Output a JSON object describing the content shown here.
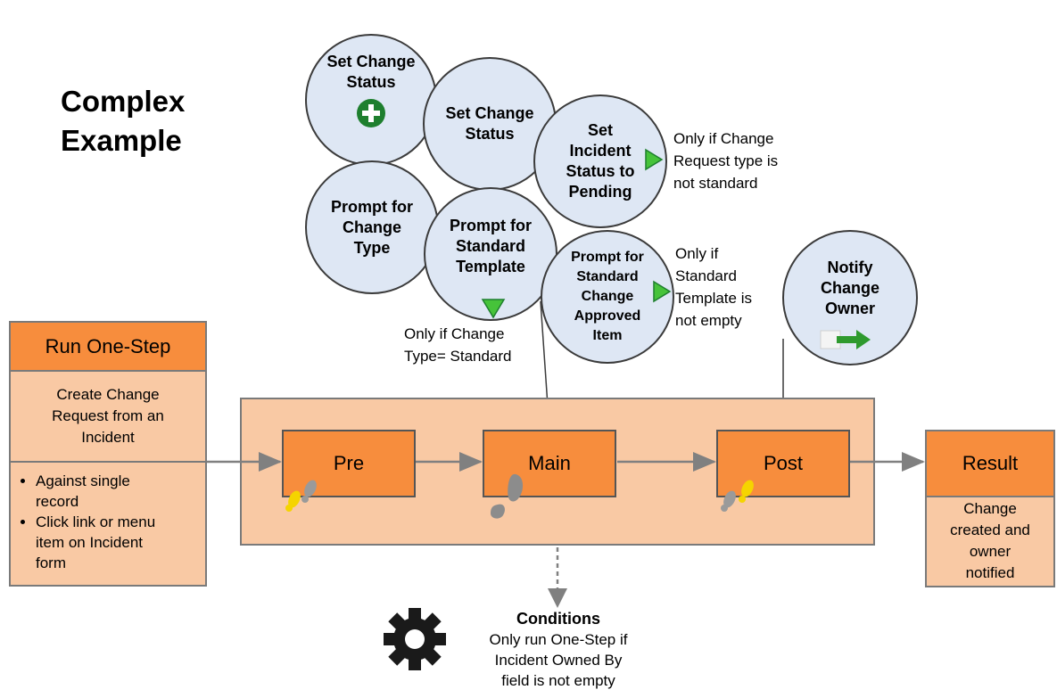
{
  "title": {
    "line1": "Complex",
    "line2": "Example"
  },
  "circles": {
    "set_change_status_1": [
      "Set Change",
      "Status"
    ],
    "set_change_status_2": [
      "Set Change",
      "Status"
    ],
    "set_incident_status": [
      "Set",
      "Incident",
      "Status to",
      "Pending"
    ],
    "prompt_change_type": [
      "Prompt for",
      "Change",
      "Type"
    ],
    "prompt_standard_template": [
      "Prompt for",
      "Standard",
      "Template"
    ],
    "prompt_standard_change": [
      "Prompt for",
      "Standard",
      "Change",
      "Approved",
      "Item"
    ],
    "notify_change_owner": [
      "Notify",
      "Change",
      "Owner"
    ]
  },
  "notes": {
    "incident_status": [
      "Only if Change",
      "Request type is",
      "not standard"
    ],
    "standard_template": [
      "Only if",
      "Standard",
      "Template is",
      "not empty"
    ],
    "change_type": [
      "Only if Change",
      "Type= Standard"
    ]
  },
  "run_one_step": {
    "header": "Run One-Step",
    "description": [
      "Create Change",
      "Request from an",
      "Incident"
    ],
    "bullets": [
      [
        "Against single",
        "record"
      ],
      [
        "Click link or menu",
        "item on Incident",
        "form"
      ]
    ]
  },
  "stages": {
    "pre": "Pre",
    "main": "Main",
    "post": "Post"
  },
  "result": {
    "header": "Result",
    "text": [
      "Change",
      "created and",
      "owner",
      "notified"
    ]
  },
  "conditions": {
    "title": "Conditions",
    "text": [
      "Only run One-Step if",
      "Incident Owned By",
      "field is not empty"
    ]
  },
  "colors": {
    "orange": "#f78d3d",
    "light_orange": "#f9c9a4",
    "circle_fill": "#dee7f4",
    "arrow": "#808080",
    "green": "#1e7f2e"
  }
}
